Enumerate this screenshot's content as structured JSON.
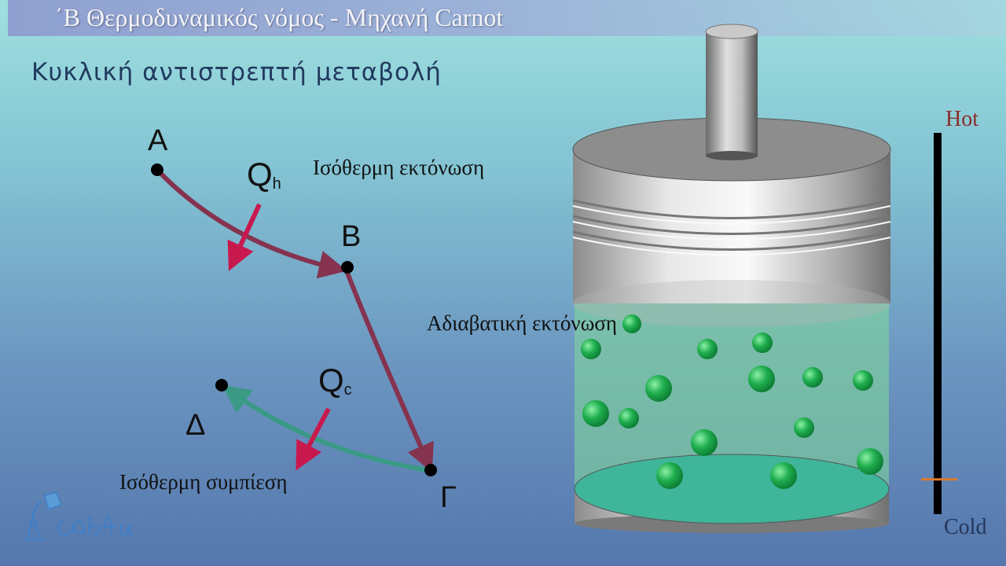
{
  "header": {
    "title": "΄Β Θερμοδυναμικός νόμος - Μηχανή Carnot",
    "subtitle": "Κυκλική αντιστρεπτή μεταβολή"
  },
  "cycle": {
    "points": {
      "A": "A",
      "B": "B",
      "G": "Γ",
      "D": "Δ"
    },
    "processes": {
      "ab": "Ισόθερμη εκτόνωση",
      "bg": "Αδιαβατική εκτόνωση",
      "gd": "Ισόθερμη συμπίεση"
    },
    "heat_in": {
      "symbol": "Q",
      "sub": "h"
    },
    "heat_out": {
      "symbol": "Q",
      "sub": "c"
    }
  },
  "thermometer": {
    "hot_label": "Hot",
    "cold_label": "Cold",
    "level": 0.02
  },
  "colors": {
    "hot_path": "#85334f",
    "cold_path": "#3a9a85",
    "heat_arrow": "#c8194f",
    "gas": "#7fd49b",
    "particle": "#1fae4e",
    "marker": "#e07a2a"
  },
  "logo": {
    "text": "Lab4u"
  }
}
